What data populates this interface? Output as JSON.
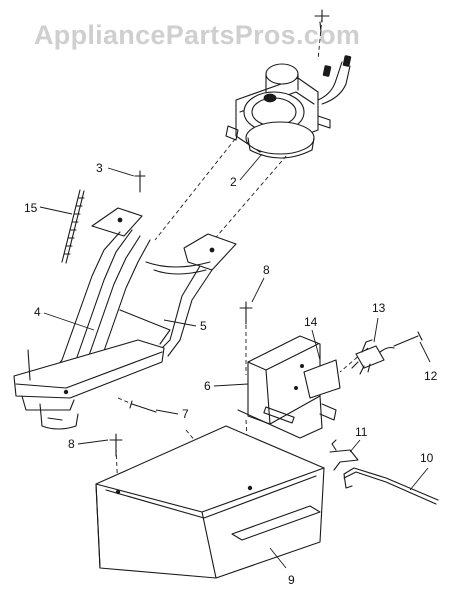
{
  "watermark": "AppliancePartsPros.com",
  "callouts": {
    "p2": "2",
    "p3": "3",
    "p4": "4",
    "p5": "5",
    "p6": "6",
    "p7": "7",
    "p8a": "8",
    "p8b": "8",
    "p9": "9",
    "p10": "10",
    "p11": "11",
    "p12": "12",
    "p13": "13",
    "p14": "14",
    "p15": "15"
  },
  "colors": {
    "line": "#1a1a1a",
    "watermark": "#cfcfcf",
    "background": "#ffffff"
  }
}
